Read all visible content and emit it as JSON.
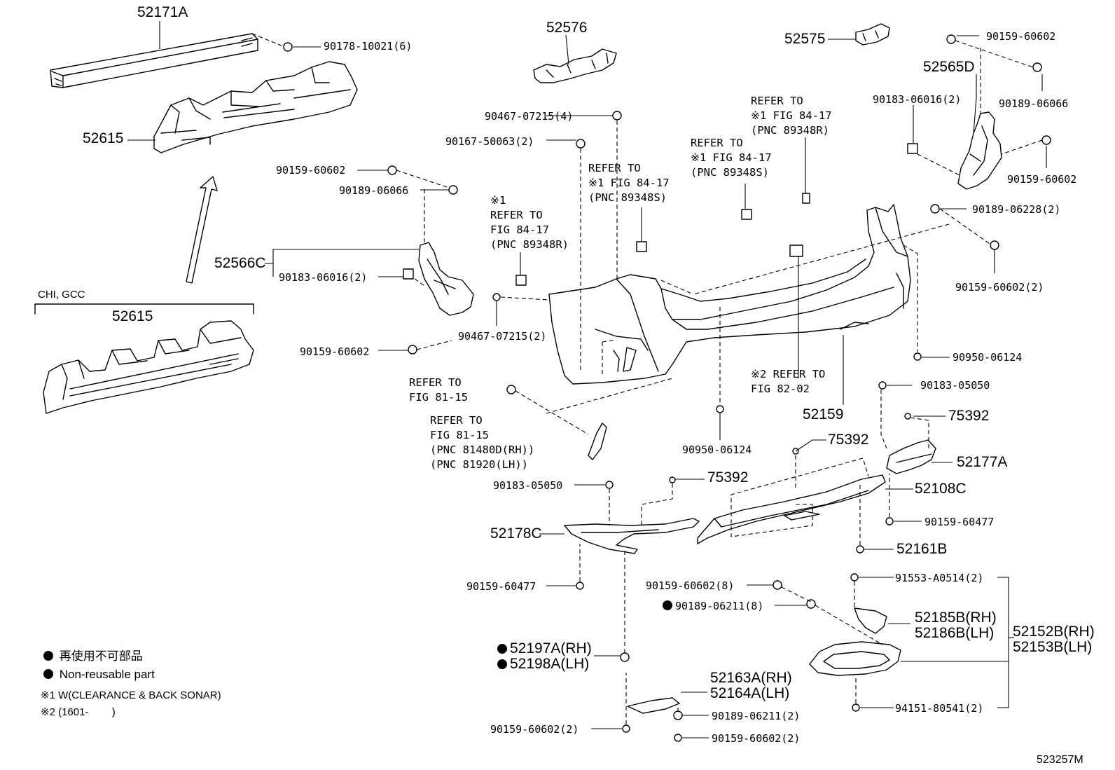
{
  "parts": {
    "p52171A": "52171A",
    "p90178": "90178-10021(6)",
    "p52615a": "52615",
    "p52615b": "52615",
    "group_chi": "CHI, GCC",
    "p52576": "52576",
    "p90467a": "90467-07215(4)",
    "p90167": "90167-50063(2)",
    "p90159a": "90159-60602",
    "p90189a": "90189-06066",
    "p52566C": "52566C",
    "p90183a": "90183-06016(2)",
    "p90159b": "90159-60602",
    "p90467b": "90467-07215(2)",
    "p52575": "52575",
    "p90159c": "90159-60602",
    "p52565D": "52565D",
    "p90183b": "90183-06016(2)",
    "p90189b": "90189-06066",
    "p90159d": "90159-60602",
    "p90189c": "90189-06228(2)",
    "p90159e": "90159-60602(2)",
    "p90950a": "90950-06124",
    "p52159": "52159",
    "p90950b": "90950-06124",
    "p90183c": "90183-05050",
    "p75392a": "75392",
    "p75392b": "75392",
    "p52177A": "52177A",
    "p90183d": "90183-05050",
    "p75392c": "75392",
    "p52108C": "52108C",
    "p52178C": "52178C",
    "p90159f": "90159-60477",
    "p52161B": "52161B",
    "p90159g": "90159-60477",
    "p91553": "91553-A0514(2)",
    "p90159h": "90159-60602(8)",
    "p90189d": "90189-06211(8)",
    "p52185B": "52185B(RH)",
    "p52186B": "52186B(LH)",
    "p52152B": "52152B(RH)",
    "p52153B": "52153B(LH)",
    "p52197A": "52197A(RH)",
    "p52198A": "52198A(LH)",
    "p52163A": "52163A(RH)",
    "p52164A": "52164A(LH)",
    "p90189e": "90189-06211(2)",
    "p90159i": "90159-60602(2)",
    "p94151": "94151-80541(2)",
    "p90159j": "90159-60602(2)"
  },
  "refs": {
    "r1": "※1\nREFER TO\nFIG 84-17\n(PNC 89348R)",
    "r2": "REFER TO\n※1 FIG 84-17\n(PNC 89348S)",
    "r3": "REFER TO\n※1 FIG 84-17\n(PNC 89348S)",
    "r4": "REFER TO\n※1 FIG 84-17\n(PNC 89348R)",
    "r5": "※2 REFER TO\nFIG 82-02",
    "r6": "REFER TO\nFIG 81-15",
    "r7": "REFER TO\nFIG 81-15\n(PNC 81480D(RH))\n(PNC 81920(LH))"
  },
  "legend": {
    "line1": "再使用不可部品",
    "line2": "Non-reusable part",
    "note1": "※1 W(CLEARANCE & BACK SONAR)",
    "note2": "※2 (1601-        )"
  },
  "drawing_id": "523257M"
}
